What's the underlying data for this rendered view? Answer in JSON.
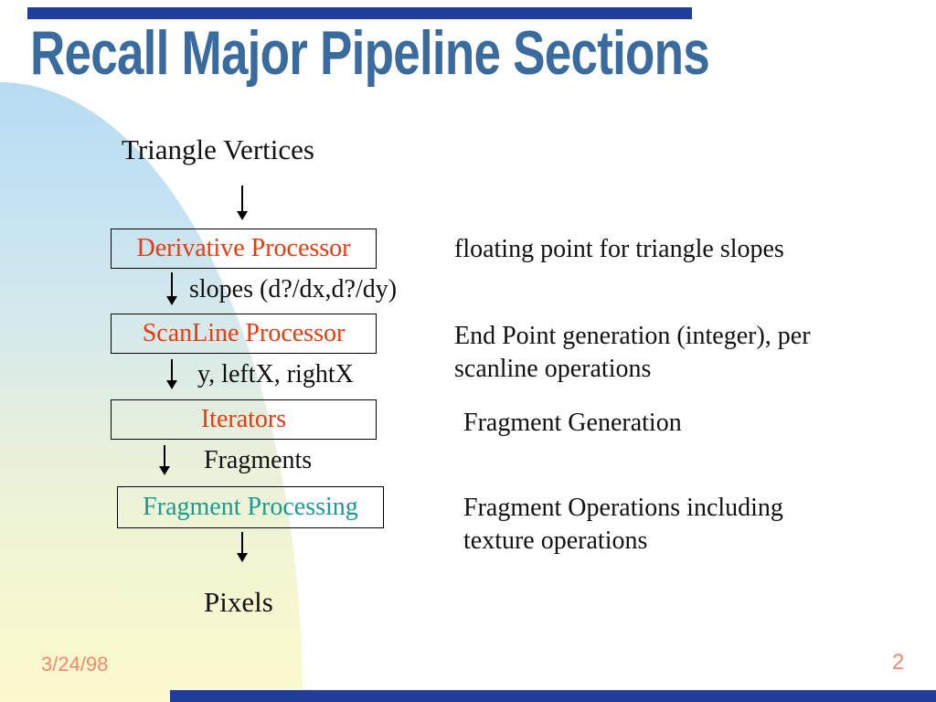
{
  "slide": {
    "title": "Recall Major Pipeline Sections",
    "footer": {
      "date": "3/24/98",
      "page_number": "2"
    }
  },
  "colors": {
    "title_blue": "#3A6B9F",
    "accent_bar_navy": "#1F3D99",
    "stage_text_red": "#E93A0E",
    "stage_text_teal": "#1A9A90",
    "footer_salmon": "#F28A6B",
    "gradient_top": "#B7DCF2",
    "gradient_bottom": "#FBF9CD"
  },
  "diagram": {
    "source_label": "Triangle Vertices",
    "sink_label": "Pixels",
    "stages": [
      {
        "name": "Derivative Processor",
        "output_label": "slopes (d?/dx,d?/dy)",
        "annotation": "floating point for triangle slopes"
      },
      {
        "name": "ScanLine Processor",
        "output_label": "y, leftX, rightX",
        "annotation": "End Point generation (integer), per\nscanline operations"
      },
      {
        "name": "Iterators",
        "output_label": "Fragments",
        "annotation": "Fragment Generation"
      },
      {
        "name": "Fragment Processing",
        "output_label": "",
        "annotation": "Fragment Operations including\ntexture operations"
      }
    ]
  }
}
